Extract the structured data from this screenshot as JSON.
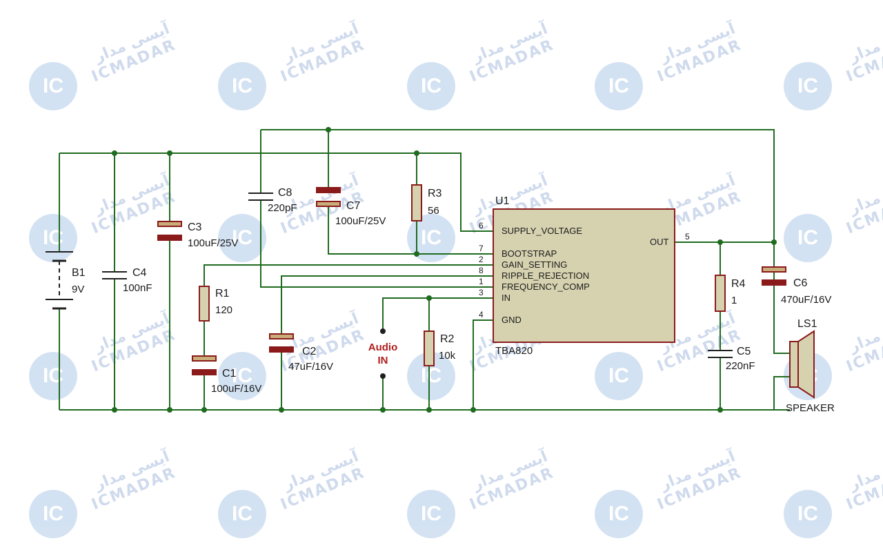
{
  "watermark": {
    "brand_short": "IC",
    "brand_persian": "آیسی مدار",
    "brand_latin": "ICMADAR"
  },
  "colors": {
    "wire": "#1f6b1f",
    "component": "#8b1a1a",
    "ic_fill": "#d6d2b0",
    "cap_fill": "#c9ad7a",
    "resistor_fill": "#d6d2b0"
  },
  "components": {
    "b1": {
      "ref": "B1",
      "value": "9V"
    },
    "c4": {
      "ref": "C4",
      "value": "100nF"
    },
    "c3": {
      "ref": "C3",
      "value": "100uF/25V"
    },
    "c8": {
      "ref": "C8",
      "value": "220pF"
    },
    "c7": {
      "ref": "C7",
      "value": "100uF/25V"
    },
    "r3": {
      "ref": "R3",
      "value": "56"
    },
    "r1": {
      "ref": "R1",
      "value": "120"
    },
    "c1": {
      "ref": "C1",
      "value": "100uF/16V"
    },
    "c2": {
      "ref": "C2",
      "value": "47uF/16V"
    },
    "r2": {
      "ref": "R2",
      "value": "10k"
    },
    "r4": {
      "ref": "R4",
      "value": "1"
    },
    "c5": {
      "ref": "C5",
      "value": "220nF"
    },
    "c6": {
      "ref": "C6",
      "value": "470uF/16V"
    },
    "ls1": {
      "ref": "LS1",
      "value": "SPEAKER"
    },
    "audio_in": {
      "line1": "Audio",
      "line2": "IN"
    }
  },
  "ic": {
    "ref": "U1",
    "part": "TBA820",
    "pins": {
      "supply": {
        "num": "6",
        "name": "SUPPLY_VOLTAGE"
      },
      "bootstrap": {
        "num": "7",
        "name": "BOOTSTRAP"
      },
      "gain": {
        "num": "2",
        "name": "GAIN_SETTING"
      },
      "ripple": {
        "num": "8",
        "name": "RIPPLE_REJECTION"
      },
      "freq": {
        "num": "1",
        "name": "FREQUENCY_COMP"
      },
      "in": {
        "num": "3",
        "name": "IN"
      },
      "gnd": {
        "num": "4",
        "name": "GND"
      },
      "out": {
        "num": "5",
        "name": "OUT"
      }
    }
  }
}
